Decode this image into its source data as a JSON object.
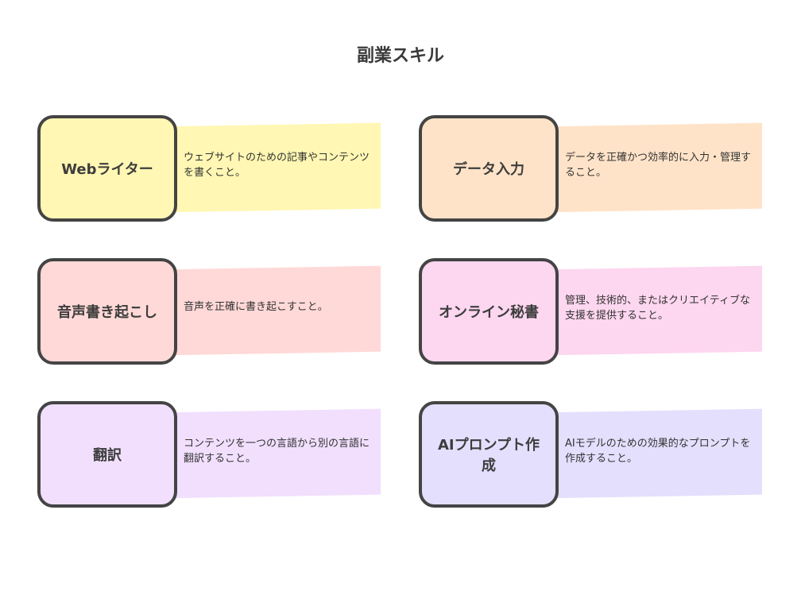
{
  "title": "副業スキル",
  "skills": [
    {
      "name": "Webライター",
      "desc": "ウェブサイトのための記事やコンテンツを書くこと。",
      "color": "#fff7b3"
    },
    {
      "name": "データ入力",
      "desc": "データを正確かつ効率的に入力・管理すること。",
      "color": "#ffe3c8"
    },
    {
      "name": "音声書き起こし",
      "desc": "音声を正確に書き起こすこと。",
      "color": "#ffd9d7"
    },
    {
      "name": "オンライン秘書",
      "desc": "管理、技術的、またはクリエイティブな支援を提供すること。",
      "color": "#fdd6ef"
    },
    {
      "name": "翻訳",
      "desc": "コンテンツを一つの言語から別の言語に翻訳すること。",
      "color": "#f1dffd"
    },
    {
      "name": "AIプロンプト作成",
      "desc": "AIモデルのための効果的なプロンプトを作成すること。",
      "color": "#e3dffd"
    }
  ]
}
